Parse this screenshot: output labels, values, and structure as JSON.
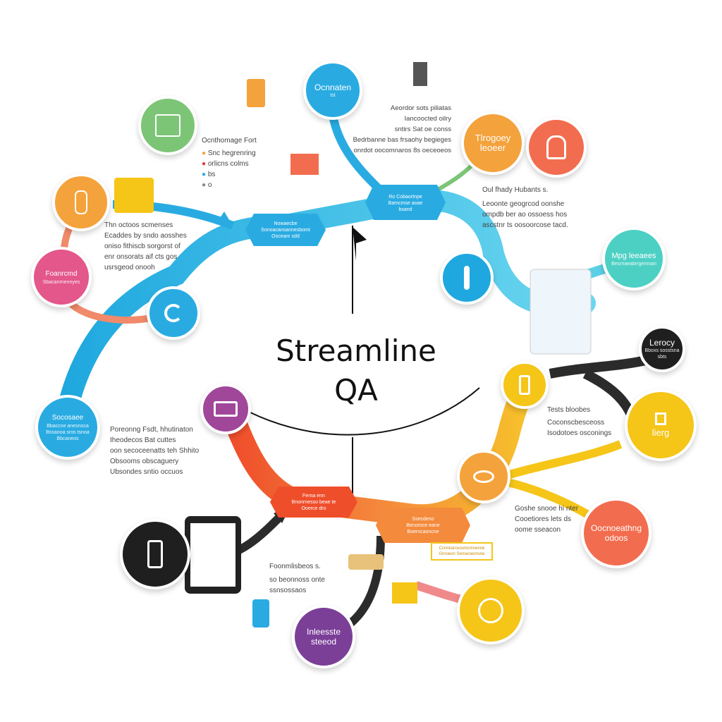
{
  "center": {
    "line1": "Streamline",
    "line2": "QA"
  },
  "colors": {
    "blue": "#29abe2",
    "lightblue": "#5ccfe6",
    "teal": "#4dd0c4",
    "green": "#7cc576",
    "orange": "#f4a23b",
    "coral": "#f26d4f",
    "red": "#ef5a31",
    "pink": "#e3578b",
    "purple": "#7b3f98",
    "yellow": "#f5c518",
    "dark": "#222222"
  },
  "nodes": {
    "top_blue": {
      "label": "Ocnnaten",
      "sub": "tst"
    },
    "orange_right": {
      "label": "Tlrogoey leoeer"
    },
    "teal_right": {
      "label": "Mpg leeaees",
      "sub": "Besrnaeabrrgemnan"
    },
    "black_right": {
      "label": "Lerocy",
      "sub": "Bboxs sosstsna sbts"
    },
    "yellow_right": {
      "label": "lierg"
    },
    "coral_right": {
      "label": "Oocnoeathng odoos"
    },
    "blue_left": {
      "label": "Socosaee",
      "sub": "Bbaccne anesnoca Bssaooa sros tsnoa Bbcaneos"
    },
    "pink_left": {
      "label": "Foanrcmd",
      "sub": "Sbacanrnennyes"
    },
    "purple_bottom": {
      "label": "Inleesste steeod"
    }
  },
  "path_labels": {
    "blue_tag_top": {
      "line1": "Ro Cobaortnpe",
      "line2": "Bamcmse aoae",
      "line3": "bsand"
    },
    "blue_tag_left": {
      "line1": "Nowaecbe",
      "line2": "Sonoacansannesbomt",
      "line3": "Osceanr sdd"
    },
    "red_tag": {
      "line1": "Ferna enn",
      "line2": "Bnonrnesso beae te",
      "line3": "Ooerce dro"
    },
    "orange_tag": {
      "line1": "Ssecdeno",
      "line2": "Benoroce eane",
      "line3": "Boerncaoncne"
    },
    "yellow_tag": {
      "line1": "Ccnnkarceoonicmnenne",
      "line2": "Gnroeon Senseoeonsne"
    }
  },
  "notes": {
    "top_center": [
      "Aeordor sots piliatas",
      "Iancoocted oilry",
      "sntirs Sat oe conss",
      "Bedrbanne bas frsaohy begieges",
      "onrdot oocomnaros 8s oeceoeos"
    ],
    "left_top": [
      "Ocnthomage Fort",
      "Snc hegrenring",
      "orlicns colms",
      "bs",
      "o"
    ],
    "left_mid": [
      "Thn octoos scmenses",
      "Ecaddes by sndo aosshes",
      "oniso fithiscb sorgorst of",
      "enr onsorats aif cts gos",
      "usrsgeod onooh"
    ],
    "right_top": [
      "Oul fhady Hubants s.",
      "Leoonte geogrcod oonshe",
      "ompdb ber ao ossoess hos",
      "ascstnr ts oosoorcose tacd."
    ],
    "right_mid": [
      "Tests bloobes",
      "Coconscbesceoss",
      "Isodotoes osconings"
    ],
    "right_low": [
      "Goshe snooe hi nter",
      "Cooetiores lets ds",
      "oome sseacon"
    ],
    "left_low": [
      "Poreonng Fsdt, hhutinaton",
      "Iheodecos Bat cuttes",
      "oon secoceenatts teh Shhito",
      "Obsooms obscaguery",
      "Ubsondes sntio occuos"
    ],
    "bottom_center": [
      "Foonmlisbeos s.",
      "so beonnoss onte",
      "ssnsossaos"
    ]
  }
}
